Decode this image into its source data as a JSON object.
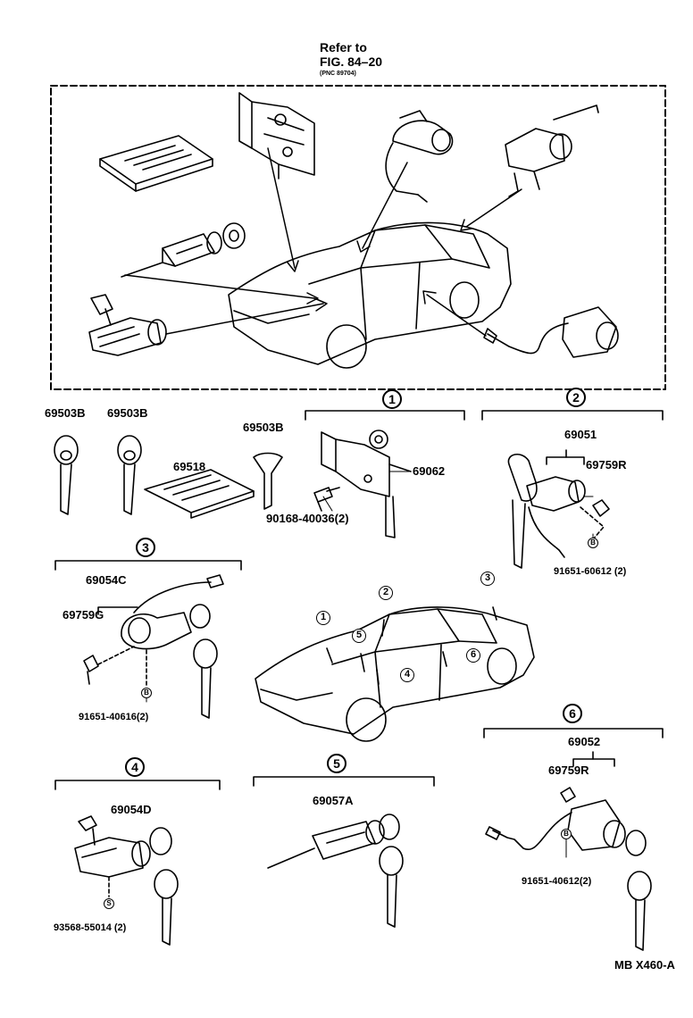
{
  "refer": {
    "line1": "Refer to",
    "line2": "FIG. 84–20",
    "line3": "(PNC 89704)"
  },
  "sections": [
    {
      "number": "1"
    },
    {
      "number": "2"
    },
    {
      "number": "3"
    },
    {
      "number": "4"
    },
    {
      "number": "5"
    },
    {
      "number": "6"
    }
  ],
  "bolt_marks": {
    "B": "B",
    "S": "S"
  },
  "parts": {
    "p69503B_a": "69503B",
    "p69503B_b": "69503B",
    "p69518": "69518",
    "p69503B_c": "69503B",
    "p69062": "69062",
    "p90168": "90168-40036(2)",
    "p69051": "69051",
    "p69759R_a": "69759R",
    "p91651_60612": "91651-60612 (2)",
    "p69054C": "69054C",
    "p69759G": "69759G",
    "p91651_40616": "91651-40616(2)",
    "p69054D": "69054D",
    "p93568": "93568-55014 (2)",
    "p69057A": "69057A",
    "p69052": "69052",
    "p69759R_b": "69759R",
    "p91651_40612": "91651-40612(2)"
  },
  "figure_code": "MB X460-A"
}
